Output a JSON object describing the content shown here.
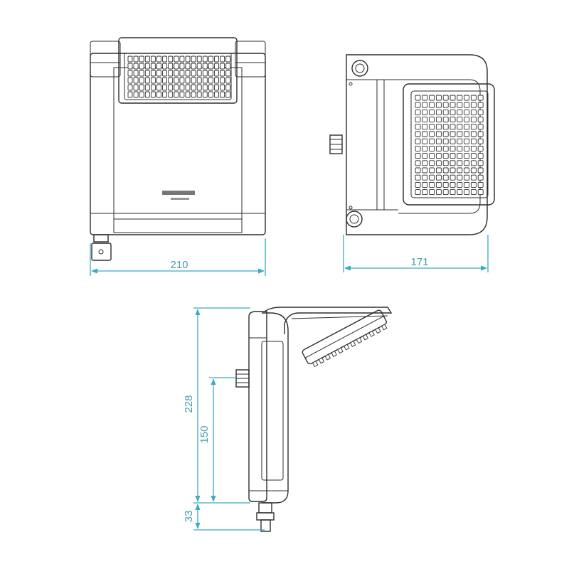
{
  "dimensions": {
    "front_width": "210",
    "side_width": "171",
    "total_height": "228",
    "inlet_height": "150",
    "bottom_offset": "33"
  },
  "colors": {
    "dimension_line": "#3fa9c4",
    "dimension_text": "#4a9bb0",
    "outline": "#2e2e2e"
  }
}
